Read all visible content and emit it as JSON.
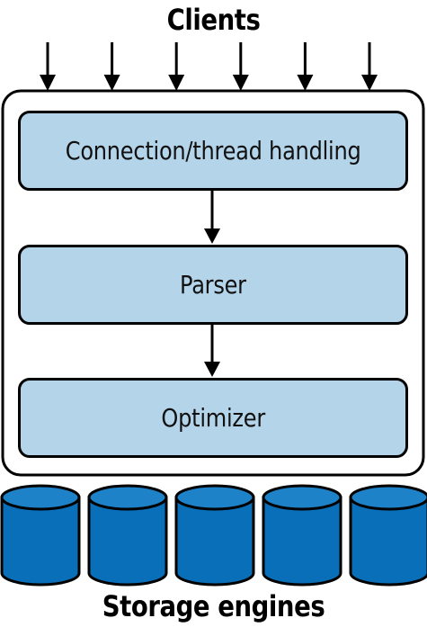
{
  "diagram": {
    "top_label": "Clients",
    "bottom_label": "Storage engines",
    "layers": [
      {
        "label": "Connection/thread handling"
      },
      {
        "label": "Parser"
      },
      {
        "label": "Optimizer"
      }
    ],
    "client_arrow_count": 6,
    "storage_engine_count": 5
  },
  "colors": {
    "layer_fill": "#b4d4ea",
    "cylinder_body": "#0a6fb9",
    "cylinder_top": "#1e82c8",
    "outline": "#000000"
  }
}
